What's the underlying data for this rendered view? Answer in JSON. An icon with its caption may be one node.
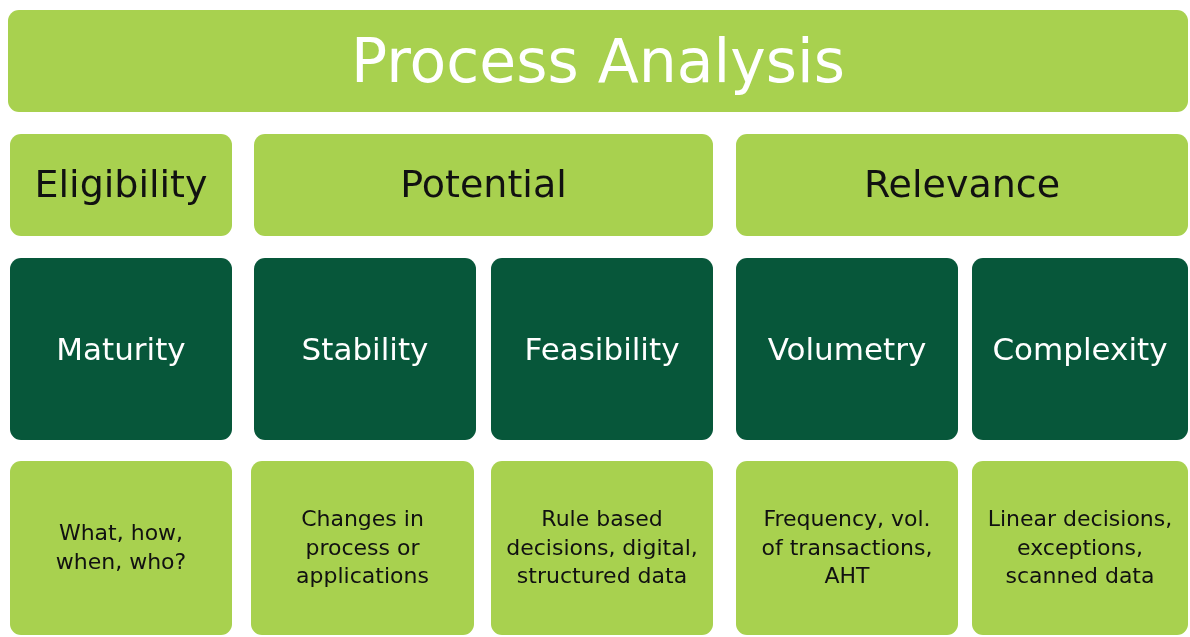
{
  "diagram": {
    "title": "Process Analysis",
    "nodes": [
      {
        "text": [
          "Eligibility"
        ]
      },
      {
        "text": [
          "Potential"
        ]
      },
      {
        "text": [
          "Relevance"
        ]
      },
      {
        "text": [
          "Maturity"
        ]
      },
      {
        "text": [
          "Stability"
        ]
      },
      {
        "text": [
          "Feasibility"
        ]
      },
      {
        "text": [
          "Volumetry"
        ]
      },
      {
        "text": [
          "Complexity"
        ]
      },
      {
        "text": [
          "What, how, when, who?"
        ]
      },
      {
        "text": [
          "Changes in process or applications"
        ]
      },
      {
        "text": [
          "Rule based decisions, digital, structured data"
        ]
      },
      {
        "text": [
          "Frequency, vol. of transactions, AHT"
        ]
      },
      {
        "text": [
          "Linear decisions, exceptions, scanned data"
        ]
      }
    ]
  }
}
